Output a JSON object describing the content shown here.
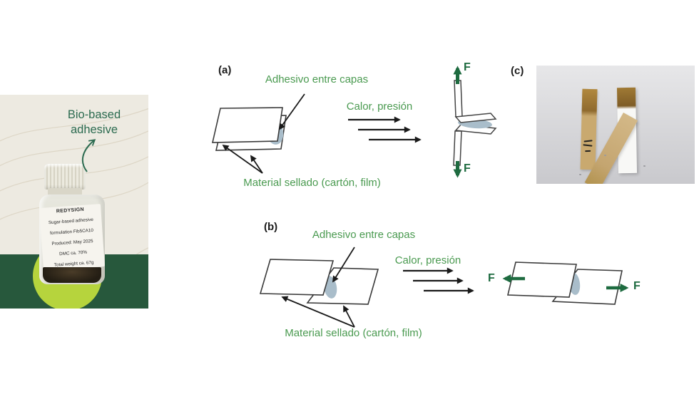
{
  "figure": {
    "bottle_photo": {
      "annotation": {
        "line1": "Bio-based",
        "line2": "adhesive"
      },
      "label": {
        "brand": "REDYSIGN",
        "lines": [
          "Sugar-based adhesive",
          "formulation Fib5CA10",
          "Produced: May 2025",
          "DMC ca. 70%",
          "Total weight ca. 67g"
        ]
      }
    },
    "panel_a": {
      "tag": "(a)",
      "adhesive_label": "Adhesivo entre capas",
      "process_label": "Calor, presión",
      "material_label": "Material sellado (cartón, film)",
      "force_label": "F"
    },
    "panel_b": {
      "tag": "(b)",
      "adhesive_label": "Adhesivo entre capas",
      "process_label": "Calor, presión",
      "material_label": "Material sellado (cartón, film)",
      "force_label": "F"
    },
    "panel_c": {
      "tag": "(c)"
    },
    "colors": {
      "diagram_label_green": "#4a9a50",
      "force_arrow_green": "#1e6b40",
      "annotation_green": "#2c6b50",
      "adhesive_blob_gray": "#a9bdca",
      "photo_band_green": "#27583c",
      "photo_lime_circle": "#b6d43d",
      "photo_cream_bg": "#edeae1"
    }
  }
}
